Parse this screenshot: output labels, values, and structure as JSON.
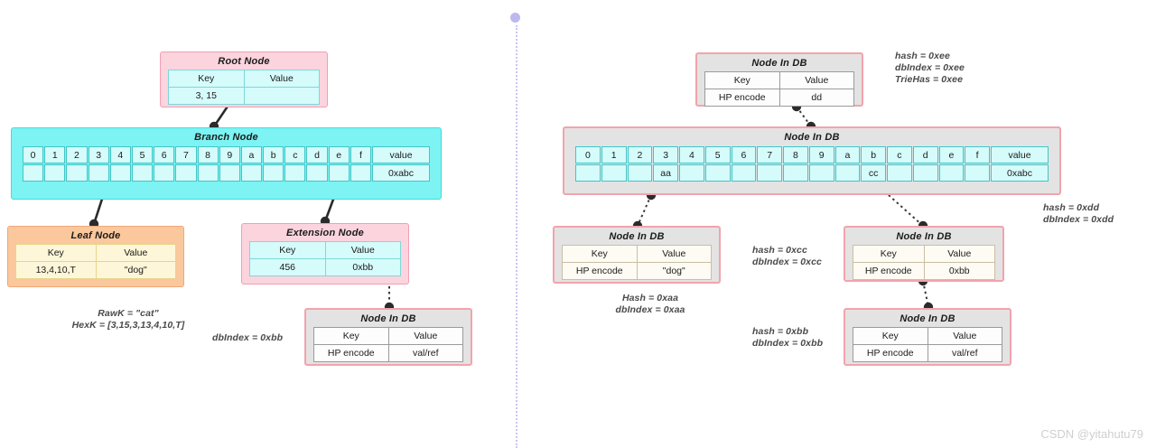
{
  "meta": {
    "watermark": "CSDN @yitahutu79"
  },
  "left_panel": {
    "root_node": {
      "title": "Root Node",
      "headers": [
        "Key",
        "Value"
      ],
      "cells": [
        "3, 15",
        ""
      ]
    },
    "branch_node": {
      "title": "Branch Node",
      "slots": [
        "0",
        "1",
        "2",
        "3",
        "4",
        "5",
        "6",
        "7",
        "8",
        "9",
        "a",
        "b",
        "c",
        "d",
        "e",
        "f"
      ],
      "value_header": "value",
      "slot_values": [
        "",
        "",
        "",
        "",
        "",
        "",
        "",
        "",
        "",
        "",
        "",
        "",
        "",
        "",
        "",
        ""
      ],
      "value_cell": "0xabc"
    },
    "leaf_node": {
      "title": "Leaf Node",
      "headers": [
        "Key",
        "Value"
      ],
      "cells": [
        "13,4,10,T",
        "\"dog\""
      ]
    },
    "extension_node": {
      "title": "Extension Node",
      "headers": [
        "Key",
        "Value"
      ],
      "cells": [
        "456",
        "0xbb"
      ]
    },
    "node_in_db": {
      "title": "Node In DB",
      "headers": [
        "Key",
        "Value"
      ],
      "cells": [
        "HP encode",
        "val/ref"
      ]
    },
    "notes": {
      "rawk": "RawK = \"cat\"\nHexK = [3,15,3,13,4,10,T]",
      "dbindex_bb": "dbIndex = 0xbb"
    }
  },
  "right_panel": {
    "top_node": {
      "title": "Node In DB",
      "headers": [
        "Key",
        "Value"
      ],
      "cells": [
        "HP encode",
        "dd"
      ]
    },
    "branch_node": {
      "title": "Node In DB",
      "slots": [
        "0",
        "1",
        "2",
        "3",
        "4",
        "5",
        "6",
        "7",
        "8",
        "9",
        "a",
        "b",
        "c",
        "d",
        "e",
        "f"
      ],
      "value_header": "value",
      "slot_values": [
        "",
        "",
        "",
        "aa",
        "",
        "",
        "",
        "",
        "",
        "",
        "",
        "cc",
        "",
        "",
        "",
        ""
      ],
      "value_cell": "0xabc"
    },
    "left_node": {
      "title": "Node In DB",
      "headers": [
        "Key",
        "Value"
      ],
      "cells": [
        "HP encode",
        "\"dog\""
      ]
    },
    "right_node": {
      "title": "Node In DB",
      "headers": [
        "Key",
        "Value"
      ],
      "cells": [
        "HP encode",
        "0xbb"
      ]
    },
    "bottom_node": {
      "title": "Node In DB",
      "headers": [
        "Key",
        "Value"
      ],
      "cells": [
        "HP encode",
        "val/ref"
      ]
    },
    "notes": {
      "ee": "hash = 0xee\ndbIndex = 0xee\nTrieHas = 0xee",
      "dd": "hash = 0xdd\ndbIndex = 0xdd",
      "aa": "Hash = 0xaa\ndbIndex = 0xaa",
      "cc": "hash = 0xcc\ndbIndex = 0xcc",
      "bb": "hash = 0xbb\ndbIndex = 0xbb"
    }
  }
}
